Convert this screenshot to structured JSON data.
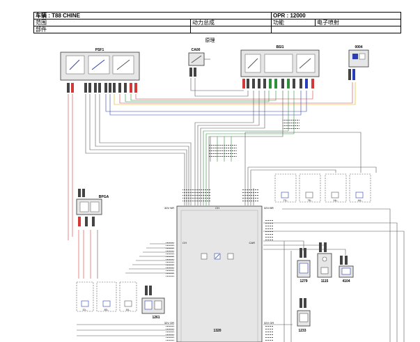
{
  "header": {
    "row1": {
      "vehicle": "车辆 : T88 CHINE",
      "opr": "OPR : 12000"
    },
    "row2": {
      "scope_label": "范围",
      "scope_value": "动力总成",
      "function_label": "功能",
      "function_value": "电子喷射"
    },
    "row3": {
      "part_label": "部件"
    }
  },
  "section_title": "原理",
  "modules": {
    "psf1": "PSF1",
    "ca00": "CA00",
    "bsi1": "BSI1",
    "c0004": "0004",
    "bpga": "BPGA",
    "ecu": "1320",
    "ecu_ch": "CH",
    "ecu_ch_left": "CH",
    "ecu_car": "CAR",
    "ecu_pin_tl": "32V NR",
    "ecu_pin_tr": "32V BR",
    "ecu_pin_bl": "32V GR",
    "ecu_pin_br": "32V GR",
    "c1279": "1279",
    "c1115": "1115",
    "c4104": "4104",
    "c1233": "1233",
    "c1261": "1261",
    "g73": "73--",
    "g76": "76--",
    "g16": "16--",
    "g44": "44--",
    "b10": "10--",
    "b83": "83--",
    "b16": "16--"
  },
  "colors": {
    "red": "#d23a3a",
    "green": "#2f8f3a",
    "blue": "#2a3fb5",
    "yellow": "#d9b000",
    "grey": "#8a8a8a"
  }
}
